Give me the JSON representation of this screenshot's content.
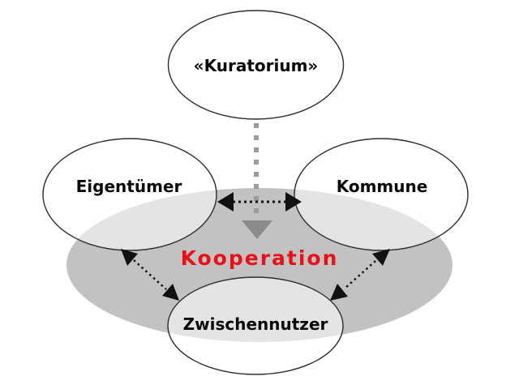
{
  "diagram": {
    "background": "#ffffff",
    "zone": {
      "label": "Kooperation",
      "fill": "#c2c2c2",
      "overlap_tint": "#dedede",
      "label_color": "#e8111a"
    },
    "nodes": [
      {
        "id": "kuratorium",
        "label": "«Kuratorium»"
      },
      {
        "id": "eigentuemer",
        "label": "Eigentümer"
      },
      {
        "id": "kommune",
        "label": "Kommune"
      },
      {
        "id": "zwischennutzer",
        "label": "Zwischennutzer"
      }
    ],
    "node_stroke": "#2e2e2e",
    "node_label_color": "#0a0a0a",
    "connectors": {
      "kuratorium_to_zone": {
        "style": "dashed",
        "color": "#9c9c9c",
        "arrow_color": "#8b8b8b",
        "direction": "down"
      },
      "eigentuemer_kommune": {
        "style": "dotted",
        "color": "#111111",
        "direction": "both"
      },
      "eigentuemer_zwischennutzer": {
        "style": "dotted",
        "color": "#111111",
        "direction": "both"
      },
      "kommune_zwischennutzer": {
        "style": "dotted",
        "color": "#111111",
        "direction": "both"
      }
    }
  }
}
